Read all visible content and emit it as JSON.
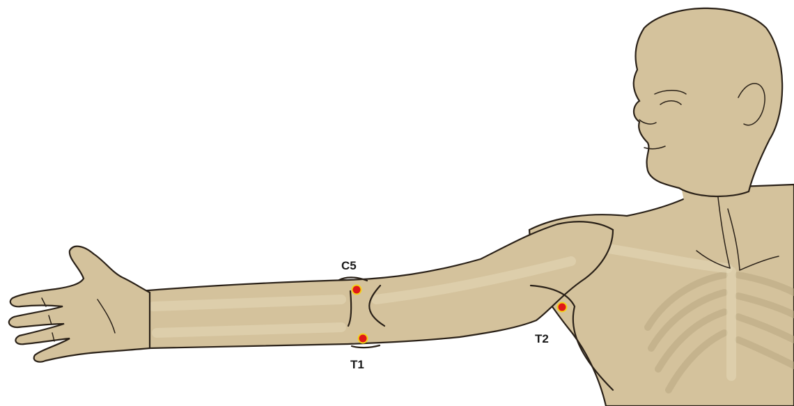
{
  "colors": {
    "background": "#ffffff",
    "skin": "#d4c29c",
    "skin_shadow": "#bfad86",
    "outline": "#2a2118",
    "point_fill": "#e01818",
    "point_ring": "#f2d21a"
  },
  "points": [
    {
      "id": "c5",
      "label": "C5"
    },
    {
      "id": "t1",
      "label": "T1"
    },
    {
      "id": "t2",
      "label": "T2"
    }
  ]
}
